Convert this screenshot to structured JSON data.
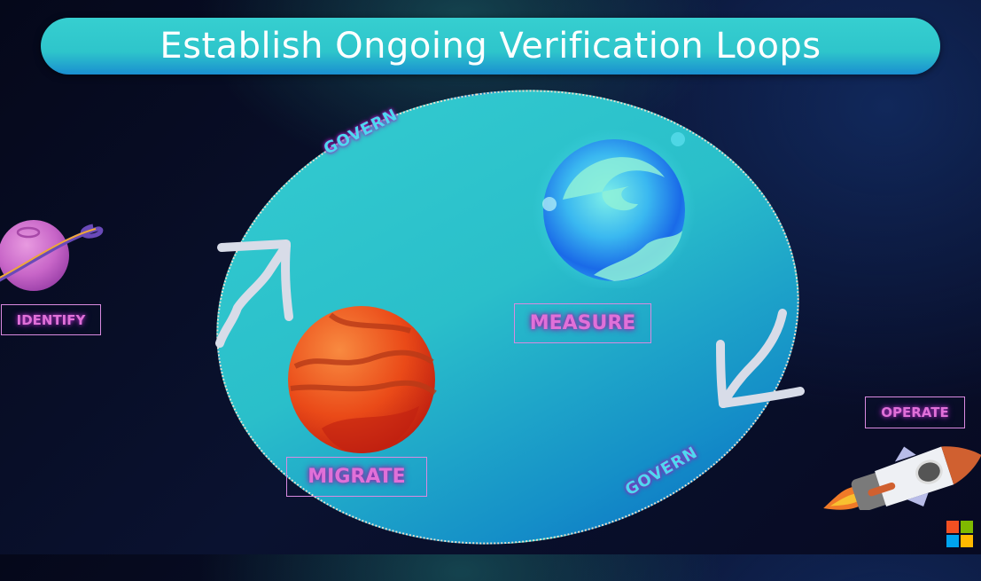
{
  "slide": {
    "title": "Establish Ongoing Verification Loops"
  },
  "stages": {
    "identify": {
      "label": "IDENTIFY",
      "icon": "purple-ringed-planet"
    },
    "migrate": {
      "label": "MIGRATE",
      "icon": "orange-planet"
    },
    "measure": {
      "label": "MEASURE",
      "icon": "water-planet"
    },
    "operate": {
      "label": "OPERATE",
      "icon": "rocket"
    }
  },
  "loop": {
    "govern_top": "GOVERN",
    "govern_bottom": "GOVERN",
    "arrows": [
      "arrow-up-right",
      "arrow-down-left"
    ]
  },
  "colors": {
    "title_bar": "#36cfd0",
    "loop_fill_top": "#33cbd0",
    "loop_fill_bottom": "#0a6ec4",
    "label_text": "#e070d8",
    "label_border": "#d98ae0",
    "govern_text": "#4fd8f0",
    "background": "#05081a"
  },
  "logo": {
    "name": "microsoft-logo",
    "colors": [
      "#f25022",
      "#7fba00",
      "#00a4ef",
      "#ffb900"
    ]
  }
}
